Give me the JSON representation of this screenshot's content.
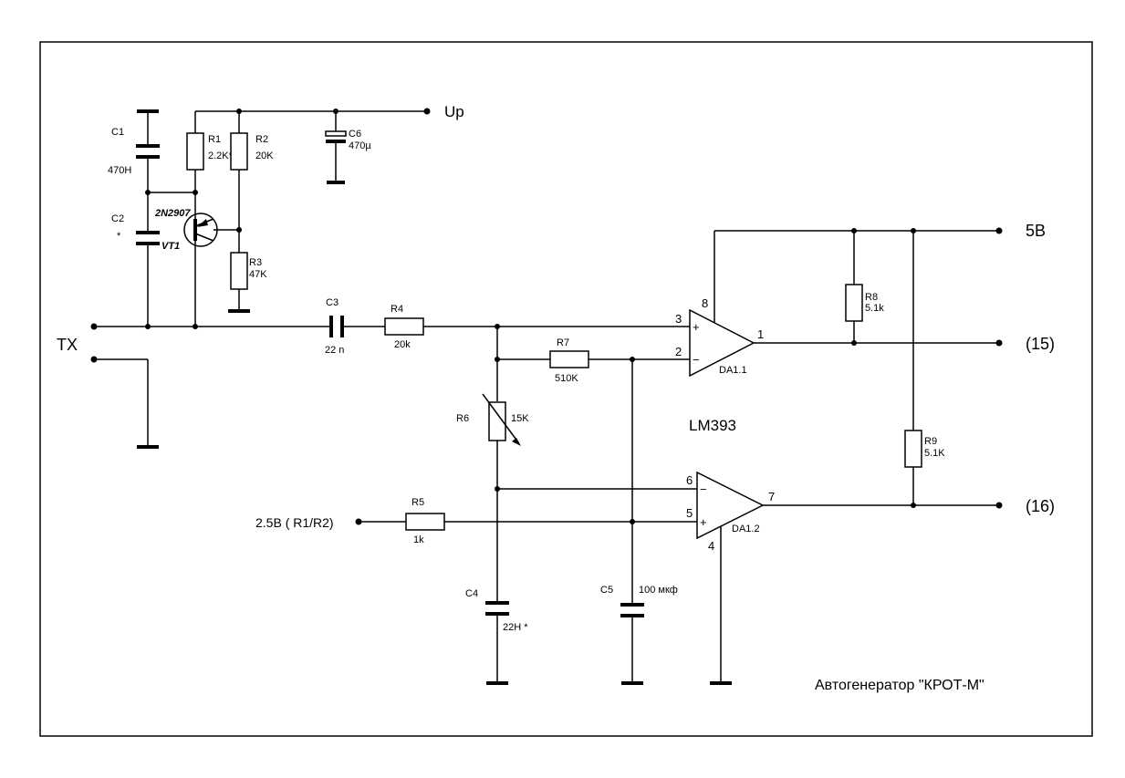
{
  "title": "Автогенератор \"КРОТ-М\"",
  "ic_name": "LM393",
  "terminals": {
    "tx": "TX",
    "up": "Up",
    "v5": "5В",
    "out15": "(15)",
    "out16": "(16)",
    "ref": "2.5В ( R1/R2)"
  },
  "components": {
    "c1": {
      "ref": "C1",
      "value": "470H"
    },
    "c2": {
      "ref": "C2",
      "value": "*"
    },
    "c3": {
      "ref": "C3",
      "value": "22 n"
    },
    "c4": {
      "ref": "C4",
      "value": "22H *"
    },
    "c5": {
      "ref": "C5",
      "value": "100 мкф"
    },
    "c6": {
      "ref": "C6",
      "value": "470µ"
    },
    "r1": {
      "ref": "R1",
      "value": "2.2K*"
    },
    "r2": {
      "ref": "R2",
      "value": "20K"
    },
    "r3": {
      "ref": "R3",
      "value": "47K"
    },
    "r4": {
      "ref": "R4",
      "value": "20k"
    },
    "r5": {
      "ref": "R5",
      "value": "1k"
    },
    "r6": {
      "ref": "R6",
      "value": "15K"
    },
    "r7": {
      "ref": "R7",
      "value": "510K"
    },
    "r8": {
      "ref": "R8",
      "value": "5.1k"
    },
    "r9": {
      "ref": "R9",
      "value": "5.1K"
    },
    "vt1": {
      "ref": "VT1",
      "type": "2N2907"
    },
    "da11": {
      "ref": "DA1.1"
    },
    "da12": {
      "ref": "DA1.2"
    }
  },
  "pins": {
    "p1": "1",
    "p2": "2",
    "p3": "3",
    "p4": "4",
    "p5": "5",
    "p6": "6",
    "p7": "7",
    "p8": "8",
    "plus": "+",
    "minus": "−"
  }
}
